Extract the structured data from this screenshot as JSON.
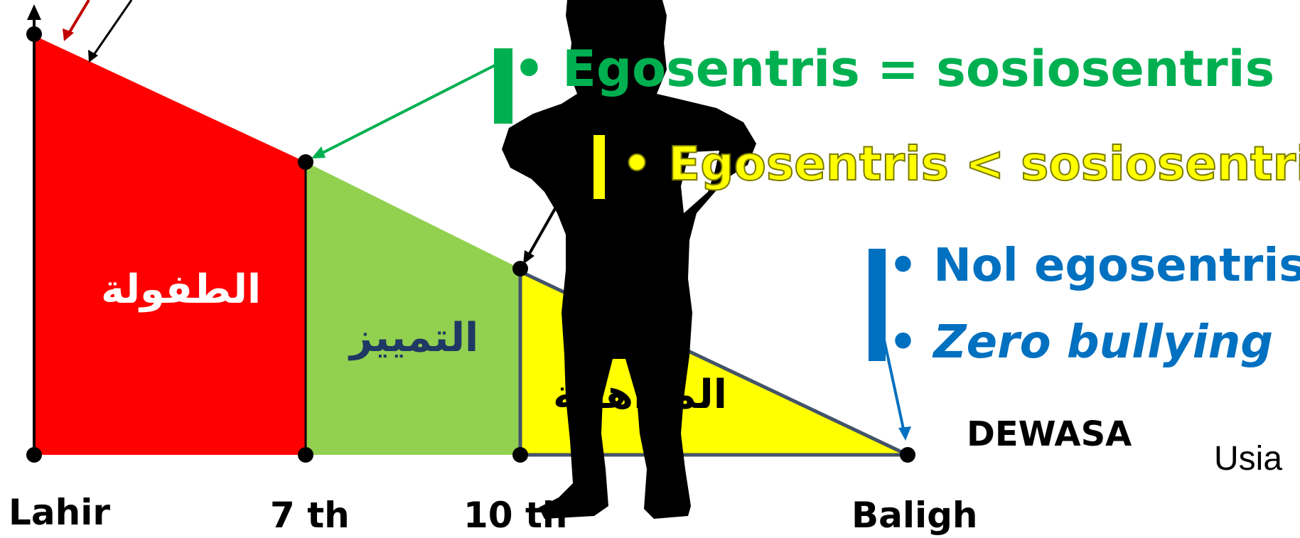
{
  "stages": {
    "thufulah": "الطفولة",
    "tamyiz": "التمييز",
    "murahaqah": "المراهقة"
  },
  "axis": {
    "lahir": "Lahir",
    "seven": "7 th",
    "ten": "10 th",
    "baligh": "Baligh",
    "usia": "Usia",
    "dewasa": "DEWASA"
  },
  "bullets": {
    "green": "Egosentris = sosiosentris",
    "yellow": "Egosentris < sosiosentris",
    "blue1": "Nol egosentris",
    "blue2": "Zero bullying"
  },
  "colors": {
    "red_region": "#ff0000",
    "green_region": "#92d050",
    "yellow_region": "#ffff00",
    "green_text": "#00b050",
    "yellow_text": "#ffff00",
    "blue_text": "#0070c0",
    "arabic_light": "#ffffff",
    "arabic_dark": "#1f3864",
    "arabic_black": "#000000"
  }
}
